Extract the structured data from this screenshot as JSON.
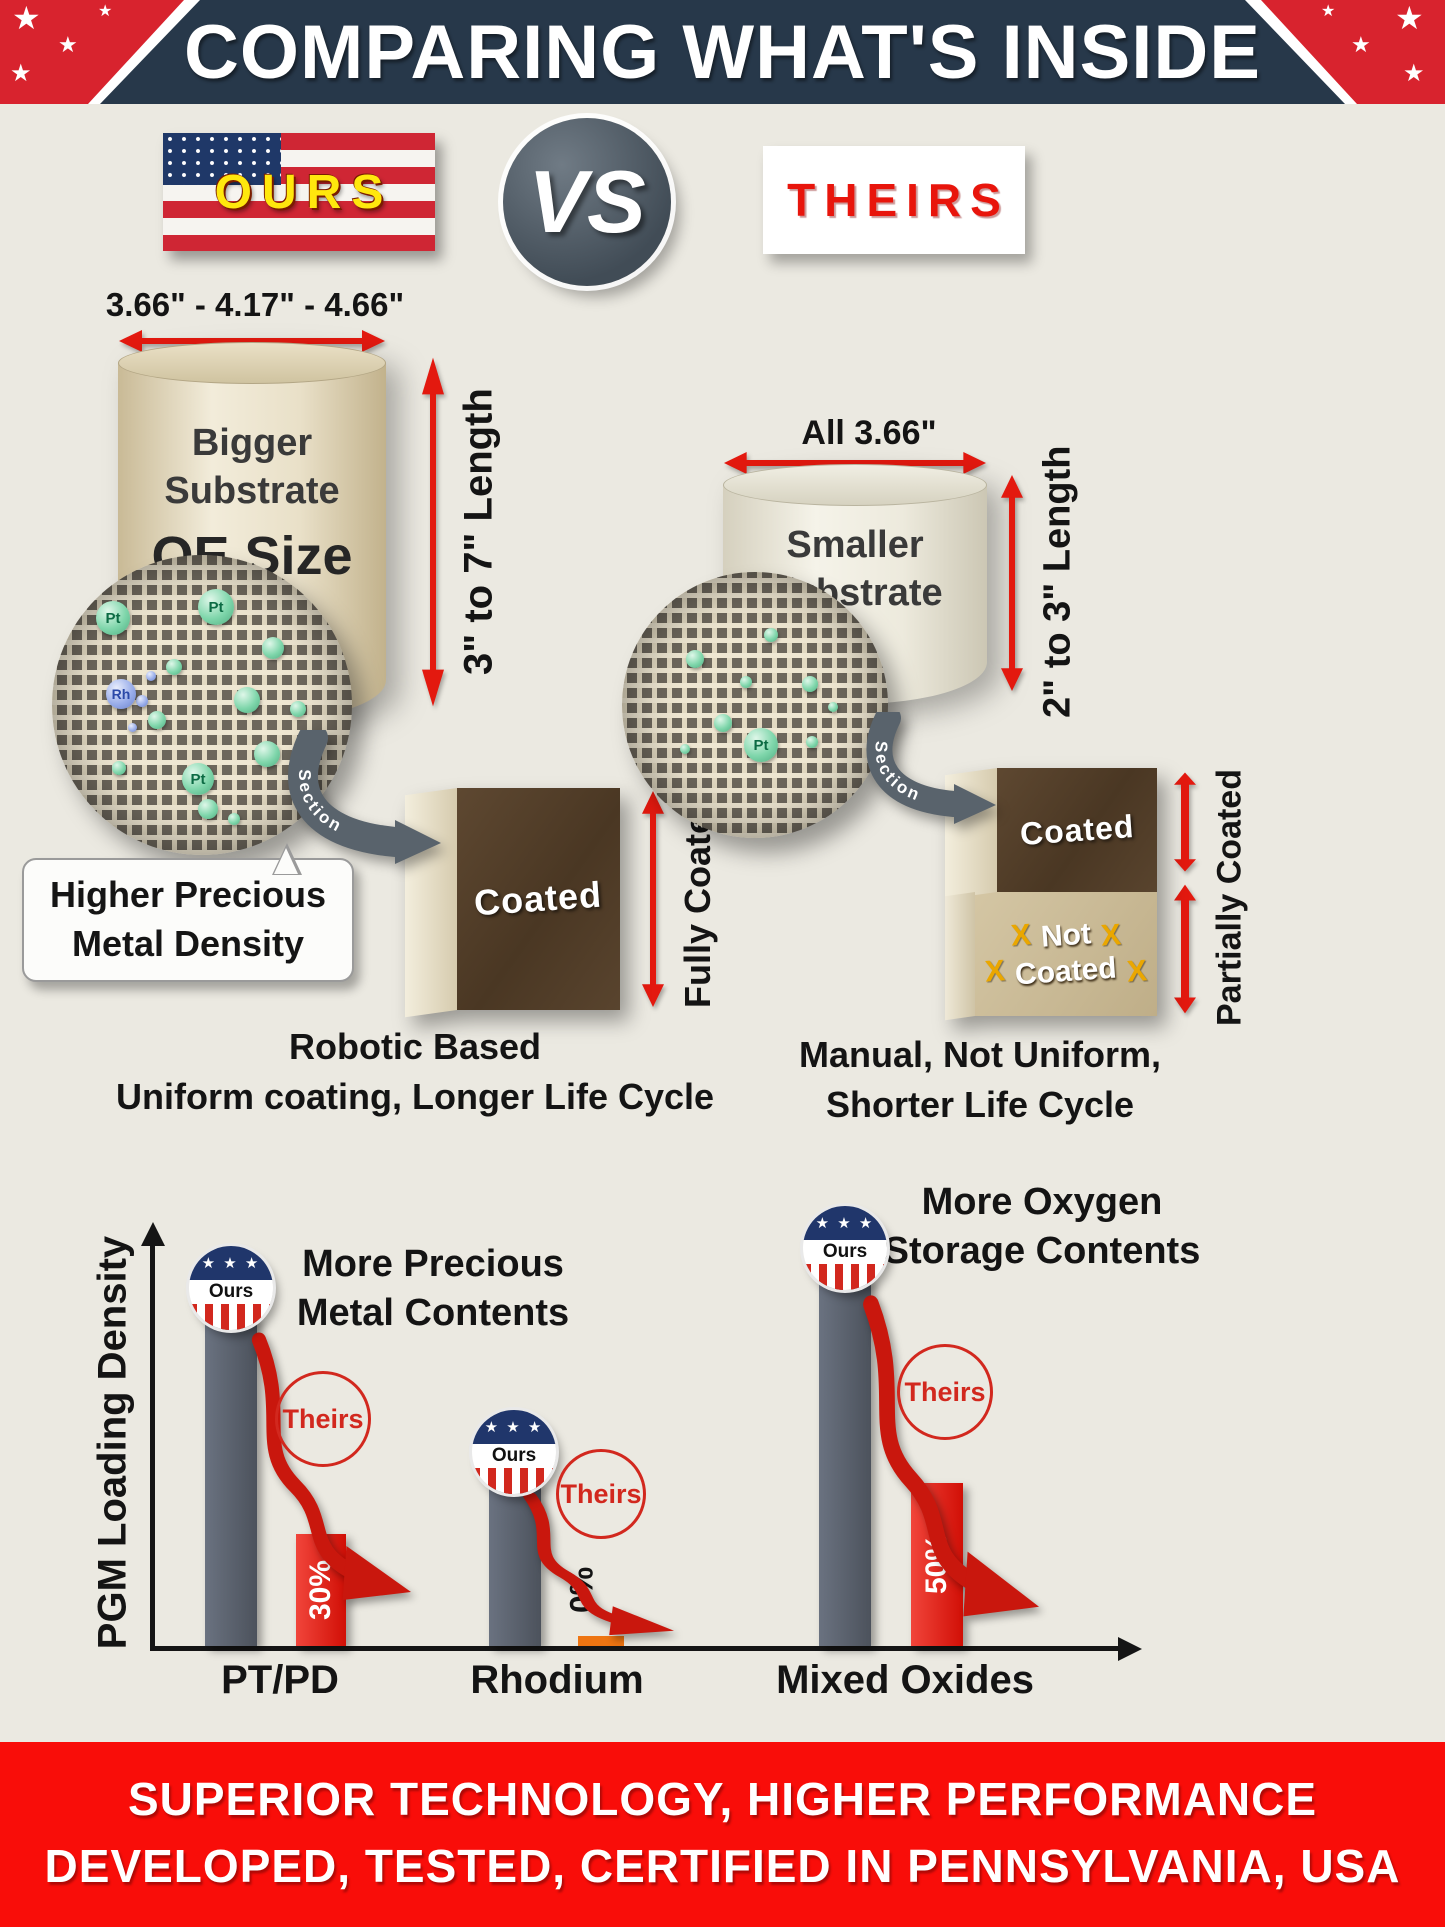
{
  "header": {
    "title": "COMPARING WHAT'S INSIDE"
  },
  "versus": {
    "ours": "OURS",
    "vs": "VS",
    "theirs": "THEIRS"
  },
  "icons": {
    "star": "★",
    "badge_stars": "★ ★ ★"
  },
  "ours": {
    "diameter": "3.66\" - 4.17\" - 4.66\"",
    "substrate_line1": "Bigger",
    "substrate_line2": "Substrate",
    "substrate_line3": "OE Size",
    "length": "3\" to 7\" Length",
    "particles": {
      "pt1": "Pt",
      "pt2": "Pt",
      "rh": "Rh",
      "pt3": "Pt"
    },
    "bubble_line1": "Higher Precious",
    "bubble_line2": "Metal Density",
    "section": "Section",
    "coated": "Coated",
    "fully_coated": "Fully Coated",
    "caption_line1": "Robotic Based",
    "caption_line2": "Uniform coating, Longer Life Cycle"
  },
  "theirs": {
    "diameter": "All 3.66\"",
    "substrate_line1": "Smaller",
    "substrate_line2": "Substrate",
    "length": "2\" to 3\" Length",
    "particles": {
      "pt1": "Pt"
    },
    "section": "Section",
    "coated": "Coated",
    "not_coated_line1": "Not",
    "not_coated_line2": "Coated",
    "x_mark": "X",
    "partially_coated": "Partially Coated",
    "caption_line1": "Manual, Not Uniform,",
    "caption_line2": "Shorter Life Cycle"
  },
  "chart": {
    "ylabel": "PGM Loading Density",
    "annotation1_line1": "More Precious",
    "annotation1_line2": "Metal Contents",
    "annotation2_line1": "More Oxygen",
    "annotation2_line2": "Storage Contents",
    "ours_badge": "Ours",
    "theirs_badge": "Theirs",
    "categories": [
      "PT/PD",
      "Rhodium",
      "Mixed Oxides"
    ],
    "theirs_values": [
      "30%",
      "0%",
      "50%"
    ]
  },
  "chart_data": {
    "type": "bar",
    "title": "",
    "ylabel": "PGM Loading Density",
    "xlabel": "",
    "categories": [
      "PT/PD",
      "Rhodium",
      "Mixed Oxides"
    ],
    "series": [
      {
        "name": "Ours",
        "values": [
          100,
          50,
          112
        ]
      },
      {
        "name": "Theirs",
        "values": [
          30,
          0,
          50
        ]
      }
    ],
    "theirs_value_labels": [
      "30%",
      "0%",
      "50%"
    ],
    "annotations": [
      "More Precious Metal Contents",
      "More Oxygen Storage Contents"
    ],
    "legend": [
      "Ours",
      "Theirs"
    ],
    "legend_position": "inline-badges",
    "grid": false,
    "ours_bar_color": "#555d68",
    "theirs_bar_color": "#e8130b"
  },
  "footer": {
    "line1": "SUPERIOR TECHNOLOGY, HIGHER PERFORMANCE",
    "line2": "DEVELOPED, TESTED, CERTIFIED IN PENNSYLVANIA, USA"
  },
  "colors": {
    "accent_red": "#e3190f",
    "header_navy": "#27384a",
    "footer_red": "#f90d09"
  }
}
